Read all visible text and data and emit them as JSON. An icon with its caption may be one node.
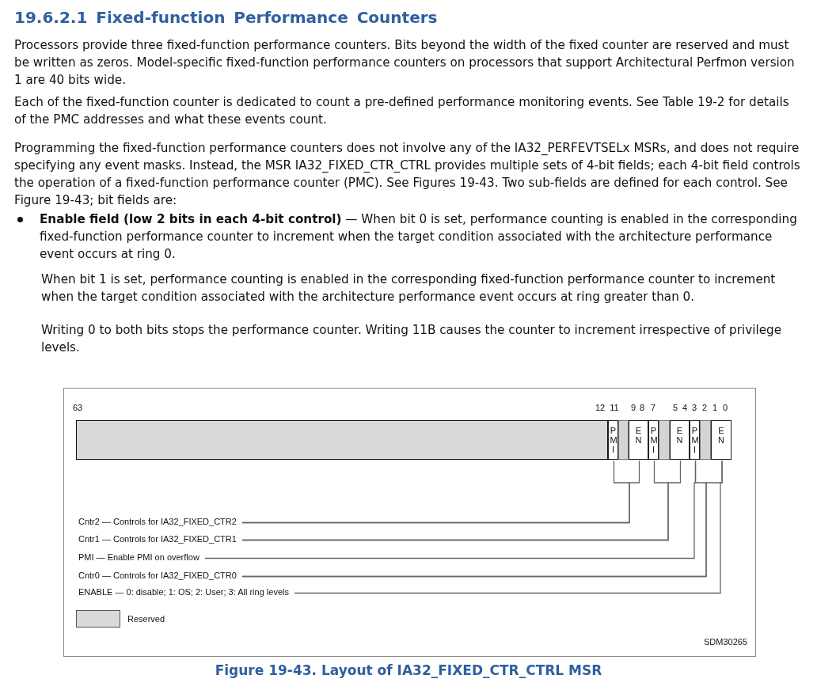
{
  "diagram": {
    "title": "19.6.2.1 Fixed-function Performance Counters",
    "caption": "Figure 19-43. Layout of IA32_FIXED_CTR_CTRL MSR",
    "nodes": [
      {
        "text": [],
        "shape": "bar"
      },
      {
        "text": [
          "PMI"
        ]
      },
      {
        "text": [],
        "shape": "box"
      },
      {
        "text": [
          "EN"
        ]
      },
      {
        "text": [
          "PMI"
        ]
      },
      {
        "text": [],
        "shape": "box"
      },
      {
        "text": [
          "EN"
        ]
      },
      {
        "text": [
          "PMI"
        ]
      },
      {
        "text": [],
        "shape": "box"
      },
      {
        "text": [
          "EN"
        ]
      },
      {
        "text": [
          "Cntr2 — Controls for IA32_FIXED_CTR2"
        ]
      },
      {
        "text": [
          "Cntr1 — Controls for IA32_FIXED_CTR1"
        ]
      },
      {
        "text": [
          "PMI — Enable PMI on overflow"
        ]
      },
      {
        "text": [
          "Cntr0 — Controls for IA32_FIXED_CTR0"
        ]
      },
      {
        "text": [
          "ENABLE — 0: disable; 1: OS; 2: User; 3: All ring levels"
        ]
      }
    ],
    "edges": [
      {
        "from": 10,
        "to": 1,
        "arrow": "none"
      },
      {
        "from": 10,
        "to": 3,
        "arrow": "none"
      },
      {
        "from": 11,
        "to": 4,
        "arrow": "none"
      },
      {
        "from": 11,
        "to": 6,
        "arrow": "none"
      },
      {
        "from": 12,
        "to": 7,
        "arrow": "none"
      },
      {
        "from": 13,
        "to": 7,
        "arrow": "none"
      },
      {
        "from": 13,
        "to": 9,
        "arrow": "none"
      },
      {
        "from": 14,
        "to": 9,
        "arrow": "none"
      }
    ],
    "labels": [
      "Processors provide three fixed-function performance counters. Bits beyond the width of the fixed counter are reserved and must be written as zeros. Model-specific fixed-function performance counters on processors that support Architectural Perfmon version 1 are 40 bits wide.",
      "Each of the fixed-function counter is dedicated to count a pre-defined performance monitoring events. See Table 19-2 for details of the PMC addresses and what these events count.",
      "Programming the fixed-function performance counters does not involve any of the IA32_PERFEVTSELx MSRs, and does not require specifying any event masks. Instead, the MSR IA32_FIXED_CTR_CTRL provides multiple sets of 4-bit fields; each 4-bit field controls the operation of a fixed-function performance counter (PMC). See Figures 19-43. Two sub-fields are defined for each control. See Figure 19-43; bit fields are:",
      "**Enable field (low 2 bits in each 4-bit control)** — When bit 0 is set, performance counting is enabled in the corresponding fixed-function performance counter to increment when the target condition associated with the architecture performance event occurs at ring 0.",
      "When bit 1 is set, performance counting is enabled in the corresponding fixed-function performance counter to increment when the target condition associated with the architecture performance event occurs at ring greater than 0.",
      "Writing 0 to both bits stops the performance counter. Writing 11B causes the counter to increment irrespective of privilege levels.",
      "63",
      "12",
      "11",
      "9",
      "8",
      "7",
      "5",
      "4",
      "3",
      "2",
      "1",
      "0",
      "SDM30265"
    ],
    "legend": [
      {
        "text": "Reserved",
        "color": "#d9d9d9"
      }
    ]
  }
}
